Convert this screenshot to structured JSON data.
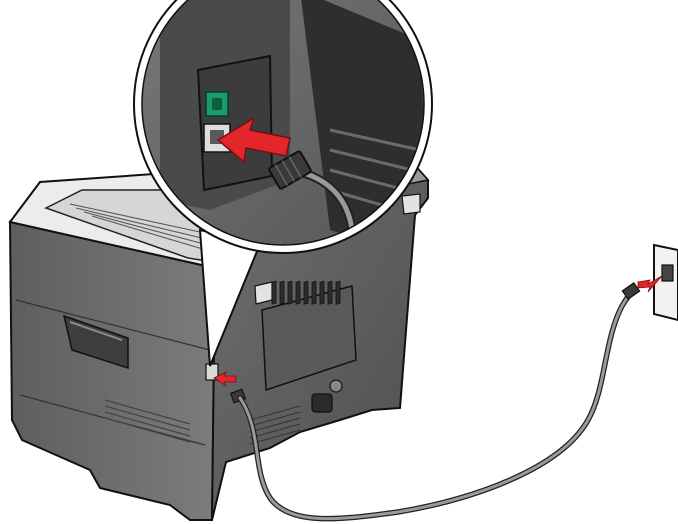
{
  "figure": {
    "subject": "printer-rear-phone-line-connection",
    "colors": {
      "printer_dark": "#6a6a6a",
      "printer_mid": "#8a8a8a",
      "printer_light": "#b5b5b5",
      "printer_top": "#e8e8e8",
      "outline": "#111111",
      "cable": "#8e8e8e",
      "arrow": "#e3262b",
      "port_green": "#1a9b6a",
      "wall_plate": "#f2f2f2"
    },
    "icons": [
      "printer-icon",
      "magnifier-callout",
      "line-port-icon",
      "telephone-cable",
      "wall-jack-icon",
      "red-arrow-icon"
    ]
  }
}
